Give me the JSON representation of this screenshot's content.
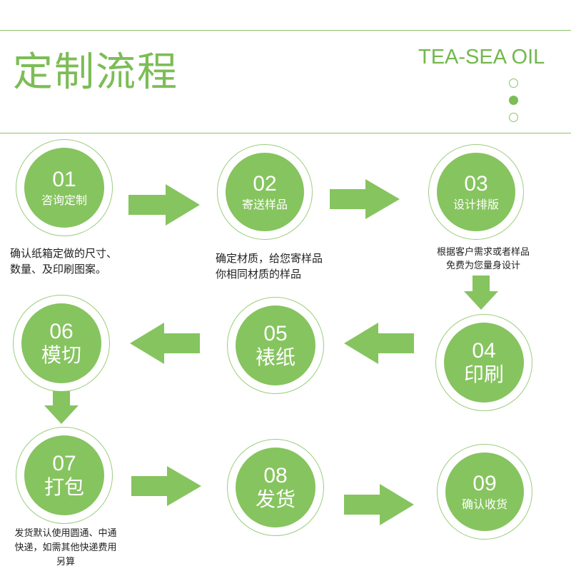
{
  "header": {
    "title": "定制流程",
    "brand": "TEA-SEA OIL"
  },
  "steps": [
    {
      "num": "01",
      "label": "咨询定制"
    },
    {
      "num": "02",
      "label": "寄送样品"
    },
    {
      "num": "03",
      "label": "设计排版"
    },
    {
      "num": "04",
      "label": "印刷"
    },
    {
      "num": "05",
      "label": "裱纸"
    },
    {
      "num": "06",
      "label": "模切"
    },
    {
      "num": "07",
      "label": "打包"
    },
    {
      "num": "08",
      "label": "发货"
    },
    {
      "num": "09",
      "label": "确认收货"
    }
  ],
  "descriptions": {
    "step1": [
      "确认纸箱定做的尺寸、",
      "数量、及印刷图案。"
    ],
    "step2": [
      "确定材质，给您寄样品",
      "你相同材质的样品"
    ],
    "step3": [
      "根据客户需求或者样品",
      "免费为您量身设计"
    ],
    "step7": [
      "发货默认使用圆通、中通",
      "快递，如需其他快递费用",
      "另算"
    ]
  },
  "colors": {
    "accent": "#7cbd56",
    "circle": "#86c45f",
    "ring": "#9ccd7c"
  }
}
